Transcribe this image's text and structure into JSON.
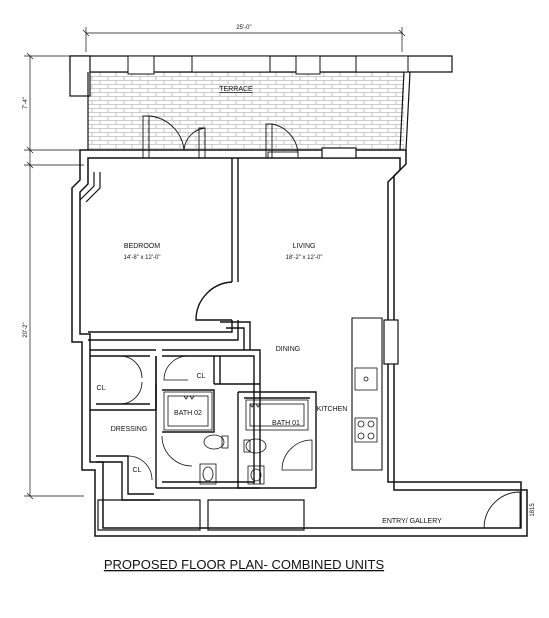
{
  "title": "PROPOSED FLOOR PLAN- COMBINED UNITS",
  "dimensions": {
    "top_width": "25'-0\"",
    "terrace_depth": "7'-4\"",
    "unit_depth": "20'-2\""
  },
  "rooms": {
    "terrace": "TERRACE",
    "bedroom": "BEDROOM",
    "bedroom_size": "14'-8\" x 12'-0\"",
    "living": "LIVING",
    "living_size": "18'-2\" x 12'-0\"",
    "dining": "DINING",
    "kitchen": "KITCHEN",
    "closet_left": "CL",
    "closet_mid": "CL",
    "closet_dressing": "CL",
    "dressing": "DRESSING",
    "bath_02": "BATH 02",
    "bath_01": "BATH 01",
    "entry": "ENTRY/ GALLERY"
  },
  "unit_number": "1815",
  "icons": {
    "door_swing": "door-arc-icon",
    "toilet": "toilet-icon",
    "sink": "sink-icon",
    "stove": "stove-icon",
    "shower": "shower-icon"
  },
  "colors": {
    "line": "#111111",
    "brick": "#bbbbbb",
    "background": "#ffffff"
  }
}
